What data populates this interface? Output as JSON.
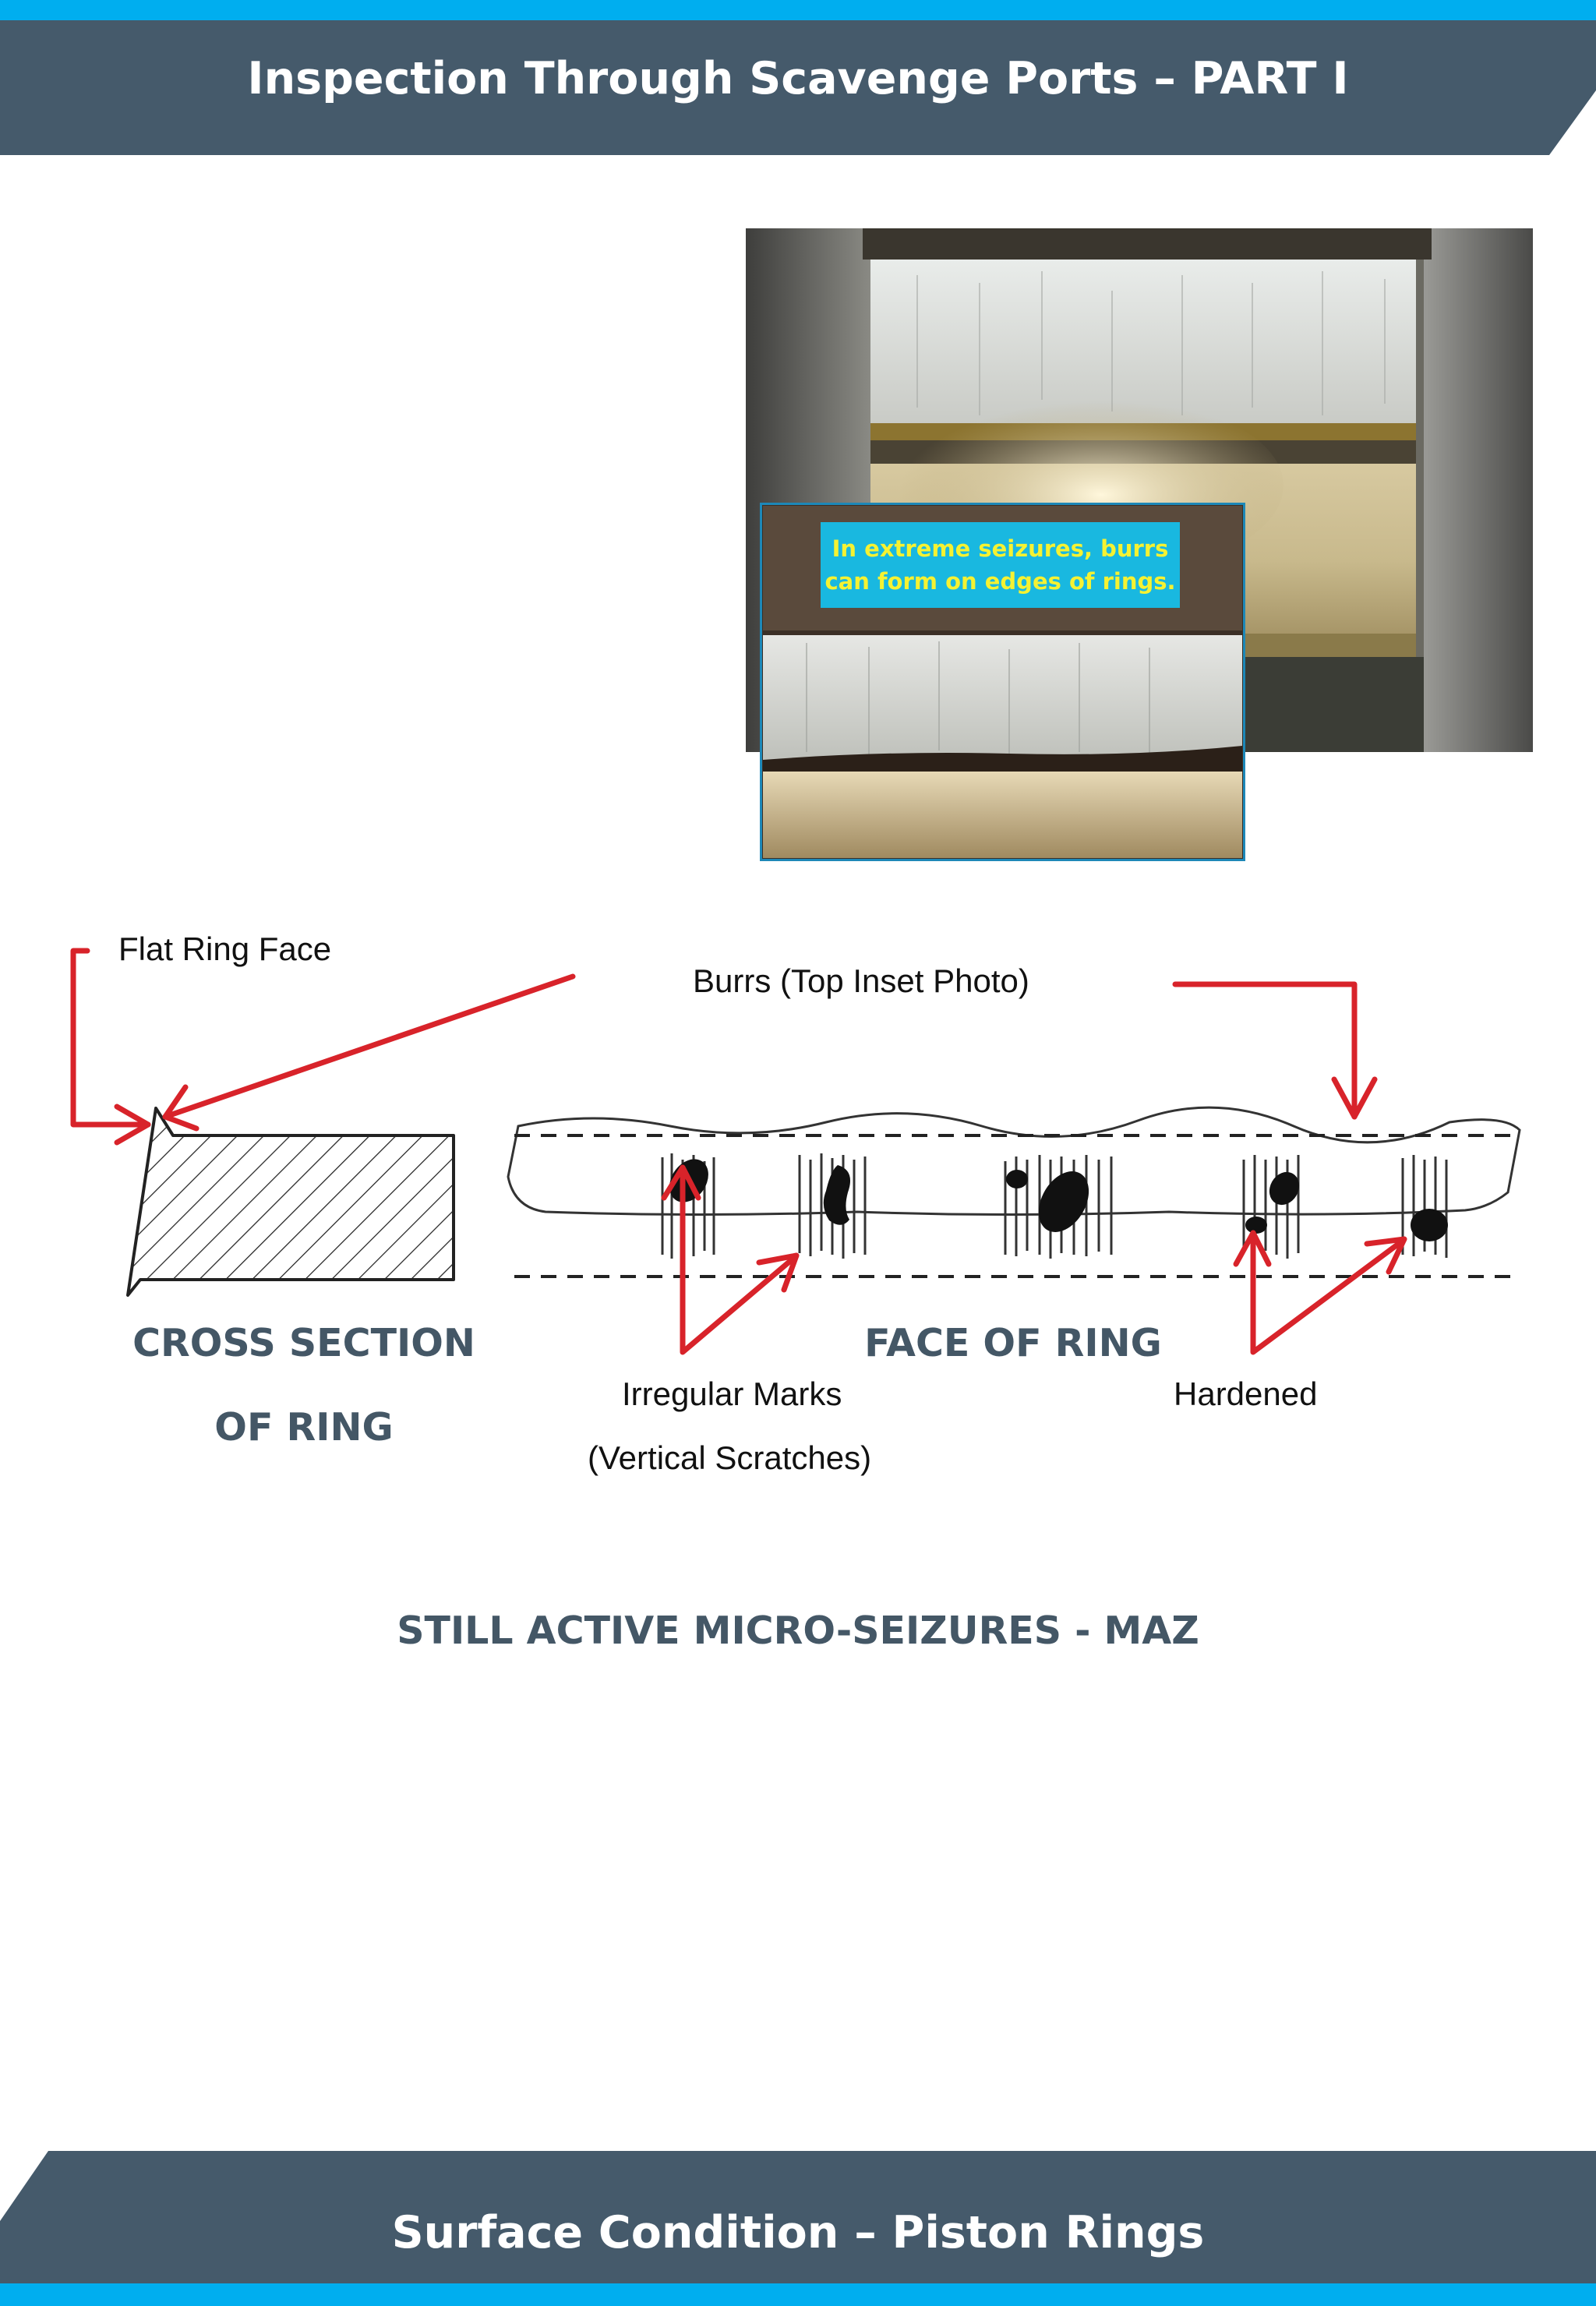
{
  "header": {
    "title": "Inspection Through Scavenge Ports – PART I"
  },
  "photo": {
    "inset_caption": "In extreme seizures, burrs can form on edges of rings."
  },
  "diagram": {
    "flat_ring_face": "Flat Ring Face",
    "burrs": "Burrs (Top Inset Photo)",
    "cross_section_line1": "CROSS SECTION",
    "cross_section_line2": "OF RING",
    "face_of_ring": "FACE OF RING",
    "irregular_marks": "Irregular Marks",
    "vertical_scratches": "(Vertical Scratches)",
    "hardened": "Hardened"
  },
  "caption": "STILL ACTIVE MICRO-SEIZURES - MAZ",
  "footer": {
    "title": "Surface Condition – Piston Rings"
  },
  "colors": {
    "stripe": "#00aeef",
    "band": "#455a6b",
    "arrow": "#d8232a",
    "heading": "#445766",
    "caption_box": "#19b8e0",
    "caption_text": "#f5f232"
  }
}
